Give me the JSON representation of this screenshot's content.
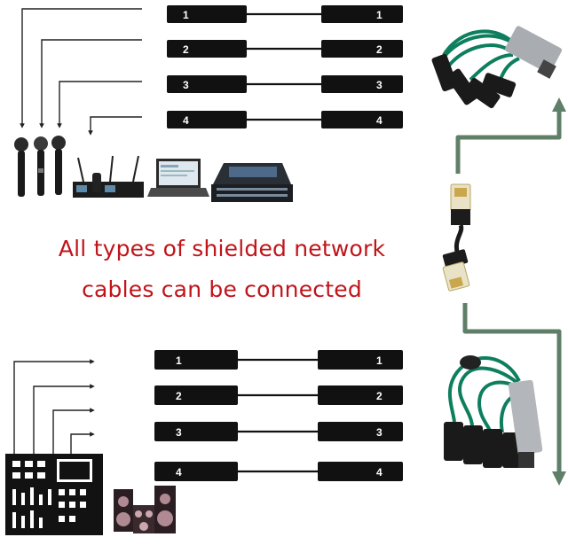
{
  "caption": {
    "line1": "All types of shielded network",
    "line2": "cables can be connected"
  },
  "cables": {
    "top": [
      {
        "left": "1",
        "right": "1"
      },
      {
        "left": "2",
        "right": "2"
      },
      {
        "left": "3",
        "right": "3"
      },
      {
        "left": "4",
        "right": "4"
      }
    ],
    "bottom": [
      {
        "left": "1",
        "right": "1"
      },
      {
        "left": "2",
        "right": "2"
      },
      {
        "left": "3",
        "right": "3"
      },
      {
        "left": "4",
        "right": "4"
      }
    ]
  },
  "colors": {
    "caption": "#c0141a",
    "connector": "#111111",
    "cable_green": "#0e7f5e",
    "route_green": "#5f7f68"
  },
  "devices": {
    "top": [
      "microphone-icon",
      "microphone-icon",
      "microphone-icon",
      "wireless-receiver-icon",
      "laptop-icon",
      "mixing-console-icon"
    ],
    "bottom": [
      "mixer-panel-icon",
      "speaker-stack-icon"
    ]
  }
}
